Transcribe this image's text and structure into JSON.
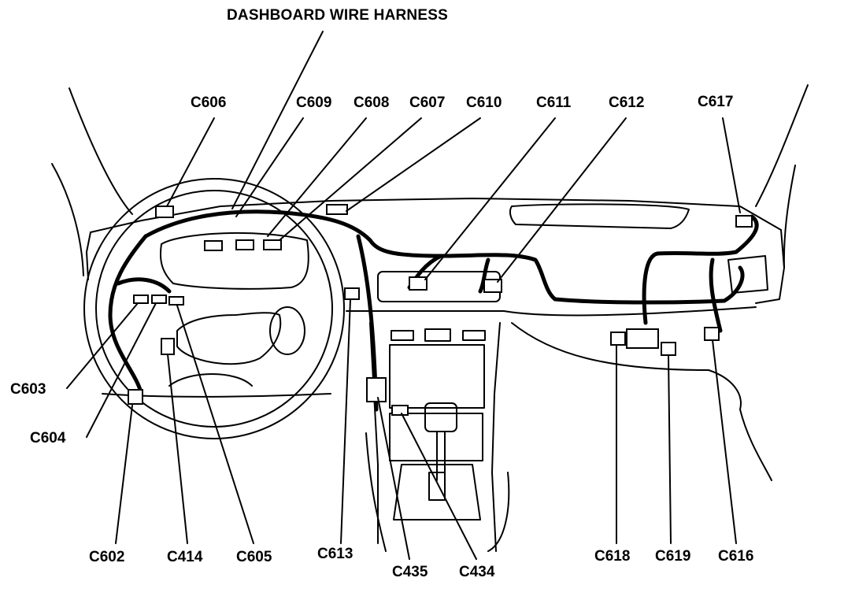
{
  "diagram": {
    "title": "DASHBOARD WIRE HARNESS",
    "labels": {
      "c606": "C606",
      "c609": "C609",
      "c608": "C608",
      "c607": "C607",
      "c610": "C610",
      "c611": "C611",
      "c612": "C612",
      "c617": "C617",
      "c603": "C603",
      "c604": "C604",
      "c602": "C602",
      "c414": "C414",
      "c605": "C605",
      "c613": "C613",
      "c435": "C435",
      "c434": "C434",
      "c618": "C618",
      "c619": "C619",
      "c616": "C616"
    },
    "colors": {
      "ink": "#000000",
      "paper": "#ffffff"
    }
  }
}
